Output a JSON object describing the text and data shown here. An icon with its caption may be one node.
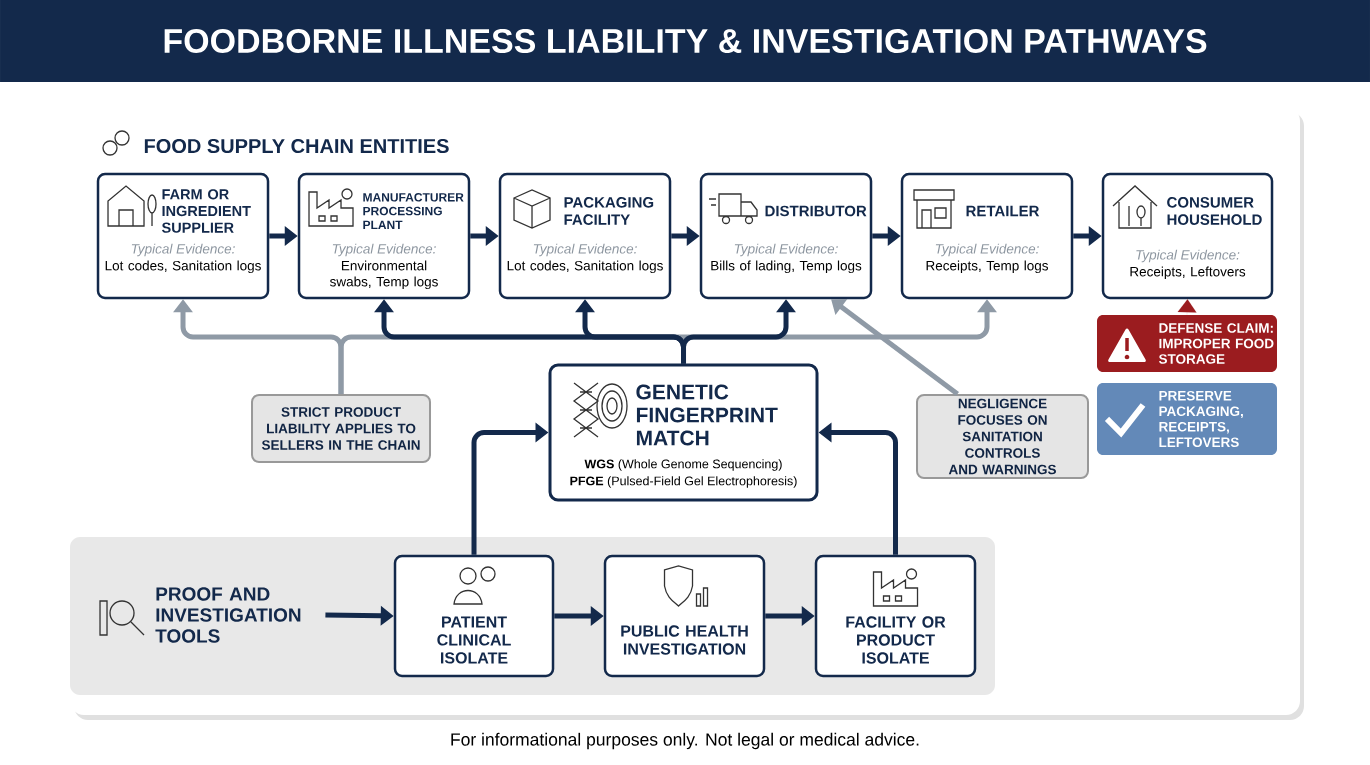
{
  "diagram": {
    "title": "FOODBORNE ILLNESS LIABILITY & INVESTIGATION PATHWAYS",
    "caption": "For informational purposes only. Not legal or medical advice.",
    "nodes": [
      {
        "text": [
          "FARM OR INGREDIENT SUPPLIER",
          "Typical Evidence:",
          "Lot codes, Sanitation logs"
        ]
      },
      {
        "text": [
          "MANUFACTURER PROCESSING PLANT",
          "Typical Evidence:",
          "Environmental swabs, Temp logs"
        ]
      },
      {
        "text": [
          "PACKAGING FACILITY",
          "Typical Evidence:",
          "Lot codes, Sanitation logs"
        ]
      },
      {
        "text": [
          "DISTRIBUTOR",
          "Typical Evidence:",
          "Bills of lading, Temp logs"
        ]
      },
      {
        "text": [
          "RETAILER",
          "Typical Evidence:",
          "Receipts, Temp logs"
        ]
      },
      {
        "text": [
          "CONSUMER HOUSEHOLD",
          "Typical Evidence:",
          "Receipts, Leftovers"
        ]
      },
      {
        "text": [
          "DEFENSE CLAIM: IMPROPER FOOD STORAGE"
        ]
      },
      {
        "text": [
          "PRESERVE PACKAGING, RECEIPTS, LEFTOVERS"
        ]
      },
      {
        "text": [
          "STRICT PRODUCT LIABILITY APPLIES TO SELLERS IN THE CHAIN"
        ]
      },
      {
        "text": [
          "GENETIC FINGERPRINT MATCH",
          "**WGS** (Whole Genome Sequencing)",
          "**PFGE** (Pulsed-Field Gel Electrophoresis)"
        ]
      },
      {
        "text": [
          "NEGLIGENCE FOCUSES ON SANITATION CONTROLS AND WARNINGS"
        ]
      },
      {
        "text": [],
        "shape": "box"
      },
      {
        "text": [
          "PROOF AND INVESTIGATION TOOLS"
        ],
        "in": 11
      },
      {
        "text": [
          "PATIENT CLINICAL ISOLATE"
        ],
        "in": 11
      },
      {
        "text": [
          "PUBLIC HEALTH INVESTIGATION"
        ],
        "in": 11
      },
      {
        "text": [
          "FACILITY OR PRODUCT ISOLATE"
        ],
        "in": 11
      }
    ],
    "edges": [
      {
        "from": 0,
        "to": 1,
        "arrow": "to"
      },
      {
        "from": 1,
        "to": 2,
        "arrow": "to"
      },
      {
        "from": 2,
        "to": 3,
        "arrow": "to"
      },
      {
        "from": 3,
        "to": 4,
        "arrow": "to"
      },
      {
        "from": 4,
        "to": 5,
        "arrow": "to"
      },
      {
        "from": 6,
        "to": 5,
        "arrow": "to",
        "color": "#9b1c1f"
      },
      {
        "from": 8,
        "to": 0,
        "arrow": "to",
        "color": "#8f9aa6"
      },
      {
        "from": 8,
        "to": 4,
        "arrow": "to",
        "color": "#8f9aa6"
      },
      {
        "from": 9,
        "to": 1,
        "arrow": "to"
      },
      {
        "from": 9,
        "to": 2,
        "arrow": "to"
      },
      {
        "from": 9,
        "to": 3,
        "arrow": "to"
      },
      {
        "from": 10,
        "to": 3,
        "arrow": "to",
        "color": "#8f9aa6"
      },
      {
        "from": 12,
        "to": 13,
        "arrow": "to"
      },
      {
        "from": 13,
        "to": 14,
        "arrow": "to"
      },
      {
        "from": 14,
        "to": 15,
        "arrow": "to"
      },
      {
        "from": 13,
        "to": 9,
        "arrow": "to"
      },
      {
        "from": 15,
        "to": 9,
        "arrow": "to"
      }
    ],
    "labels": [
      "FOOD SUPPLY CHAIN ENTITIES"
    ]
  }
}
